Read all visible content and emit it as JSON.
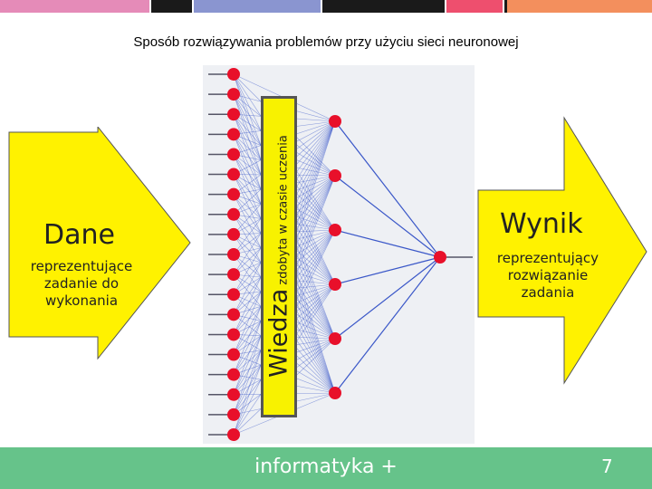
{
  "header_stripes": [
    "#e58bb8",
    "#1a1a1a",
    "#8a95d0",
    "#1a1a1a",
    "#ee4f6e",
    "#1a1a1a",
    "#f38f5d"
  ],
  "title": "Sposób rozwiązywania problemów przy użyciu sieci neuronowej",
  "input_arrow": {
    "title": "Dane",
    "description": "reprezentujące zadanie do wykonania",
    "color": "#fff200"
  },
  "knowledge": {
    "label_big": "Wiedza",
    "label_small": " zdobyta w czasie uczenia",
    "color": "#fff200"
  },
  "output_arrow": {
    "title": "Wynik",
    "description": "reprezentujący rozwiązanie zadania",
    "color": "#fff200"
  },
  "network": {
    "input_neurons": 19,
    "hidden_neurons": 6,
    "output_neurons": 1,
    "neuron_color": "#e8102a",
    "link_color": "#3a57c8"
  },
  "footer": {
    "text": "informatyka +",
    "page_number": "7",
    "color": "#66c38a"
  }
}
